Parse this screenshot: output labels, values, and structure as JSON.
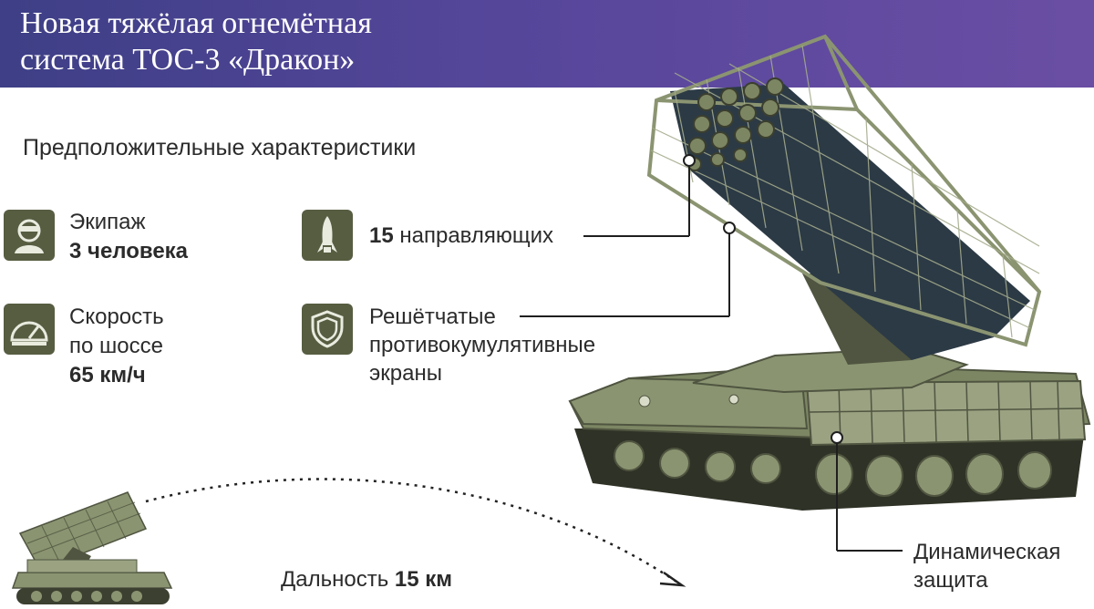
{
  "header": {
    "title_line1": "Новая тяжёлая огнемётная",
    "title_line2": "система ТОС-3 «Дракон»"
  },
  "subtitle": "Предположительные характеристики",
  "specs": {
    "crew": {
      "label": "Экипаж",
      "value": "3 человека",
      "icon": "crew-helmet-icon"
    },
    "speed": {
      "label_line1": "Скорость",
      "label_line2": "по шоссе",
      "value": "65 км/ч",
      "icon": "speedometer-icon"
    },
    "launchers": {
      "value": "15",
      "label": "направляющих",
      "icon": "rocket-icon"
    },
    "screens": {
      "label_line1": "Решётчатые",
      "label_line2": "противокумулятивные",
      "label_line3": "экраны",
      "icon": "shield-icon"
    }
  },
  "callouts": {
    "dynamic_line1": "Динамическая",
    "dynamic_line2": "защита"
  },
  "range": {
    "label": "Дальность",
    "value": "15 км"
  },
  "colors": {
    "header_start": "#3e3f86",
    "header_end": "#6a4ea4",
    "icon_bg": "#565d41",
    "vehicle_green": "#8b9471",
    "vehicle_dark": "#4f5540"
  }
}
